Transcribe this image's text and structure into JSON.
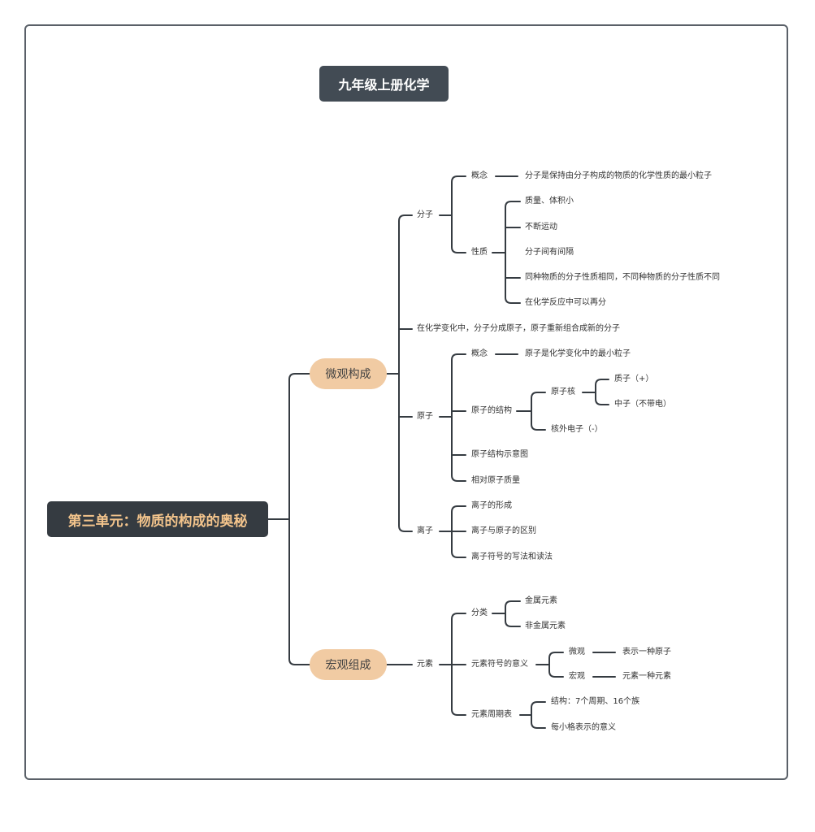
{
  "title": "九年级上册化学",
  "root": "第三单元：物质的构成的奥秘",
  "branches": {
    "micro": "微观构成",
    "macro": "宏观组成"
  },
  "micro": {
    "molecule": {
      "label": "分子",
      "concept_label": "概念",
      "concept_text": "分子是保持由分子构成的物质的化学性质的最小粒子",
      "property_label": "性质",
      "properties": [
        "质量、体积小",
        "不断运动",
        "分子间有间隔",
        "同种物质的分子性质相同，不同种物质的分子性质不同",
        "在化学反应中可以再分"
      ]
    },
    "reaction": "在化学变化中，分子分成原子，原子重新组合成新的分子",
    "atom": {
      "label": "原子",
      "concept_label": "概念",
      "concept_text": "原子是化学变化中的最小粒子",
      "structure_label": "原子的结构",
      "nucleus": "原子核",
      "proton": "质子（+）",
      "neutron": "中子（不带电）",
      "electron": "核外电子（-）",
      "diagram": "原子结构示意图",
      "relative_mass": "相对原子质量"
    },
    "ion": {
      "label": "离子",
      "items": [
        "离子的形成",
        "离子与原子的区别",
        "离子符号的写法和读法"
      ]
    }
  },
  "macro": {
    "element": {
      "label": "元素",
      "classification_label": "分类",
      "metal": "金属元素",
      "nonmetal": "非金属元素",
      "symbol_label": "元素符号的意义",
      "micro_label": "微观",
      "micro_meaning": "表示一种原子",
      "macro_label": "宏观",
      "macro_meaning": "元素一种元素",
      "periodic_label": "元素周期表",
      "structure": "结构：7个周期、16个族",
      "cell_meaning": "每小格表示的意义"
    }
  }
}
